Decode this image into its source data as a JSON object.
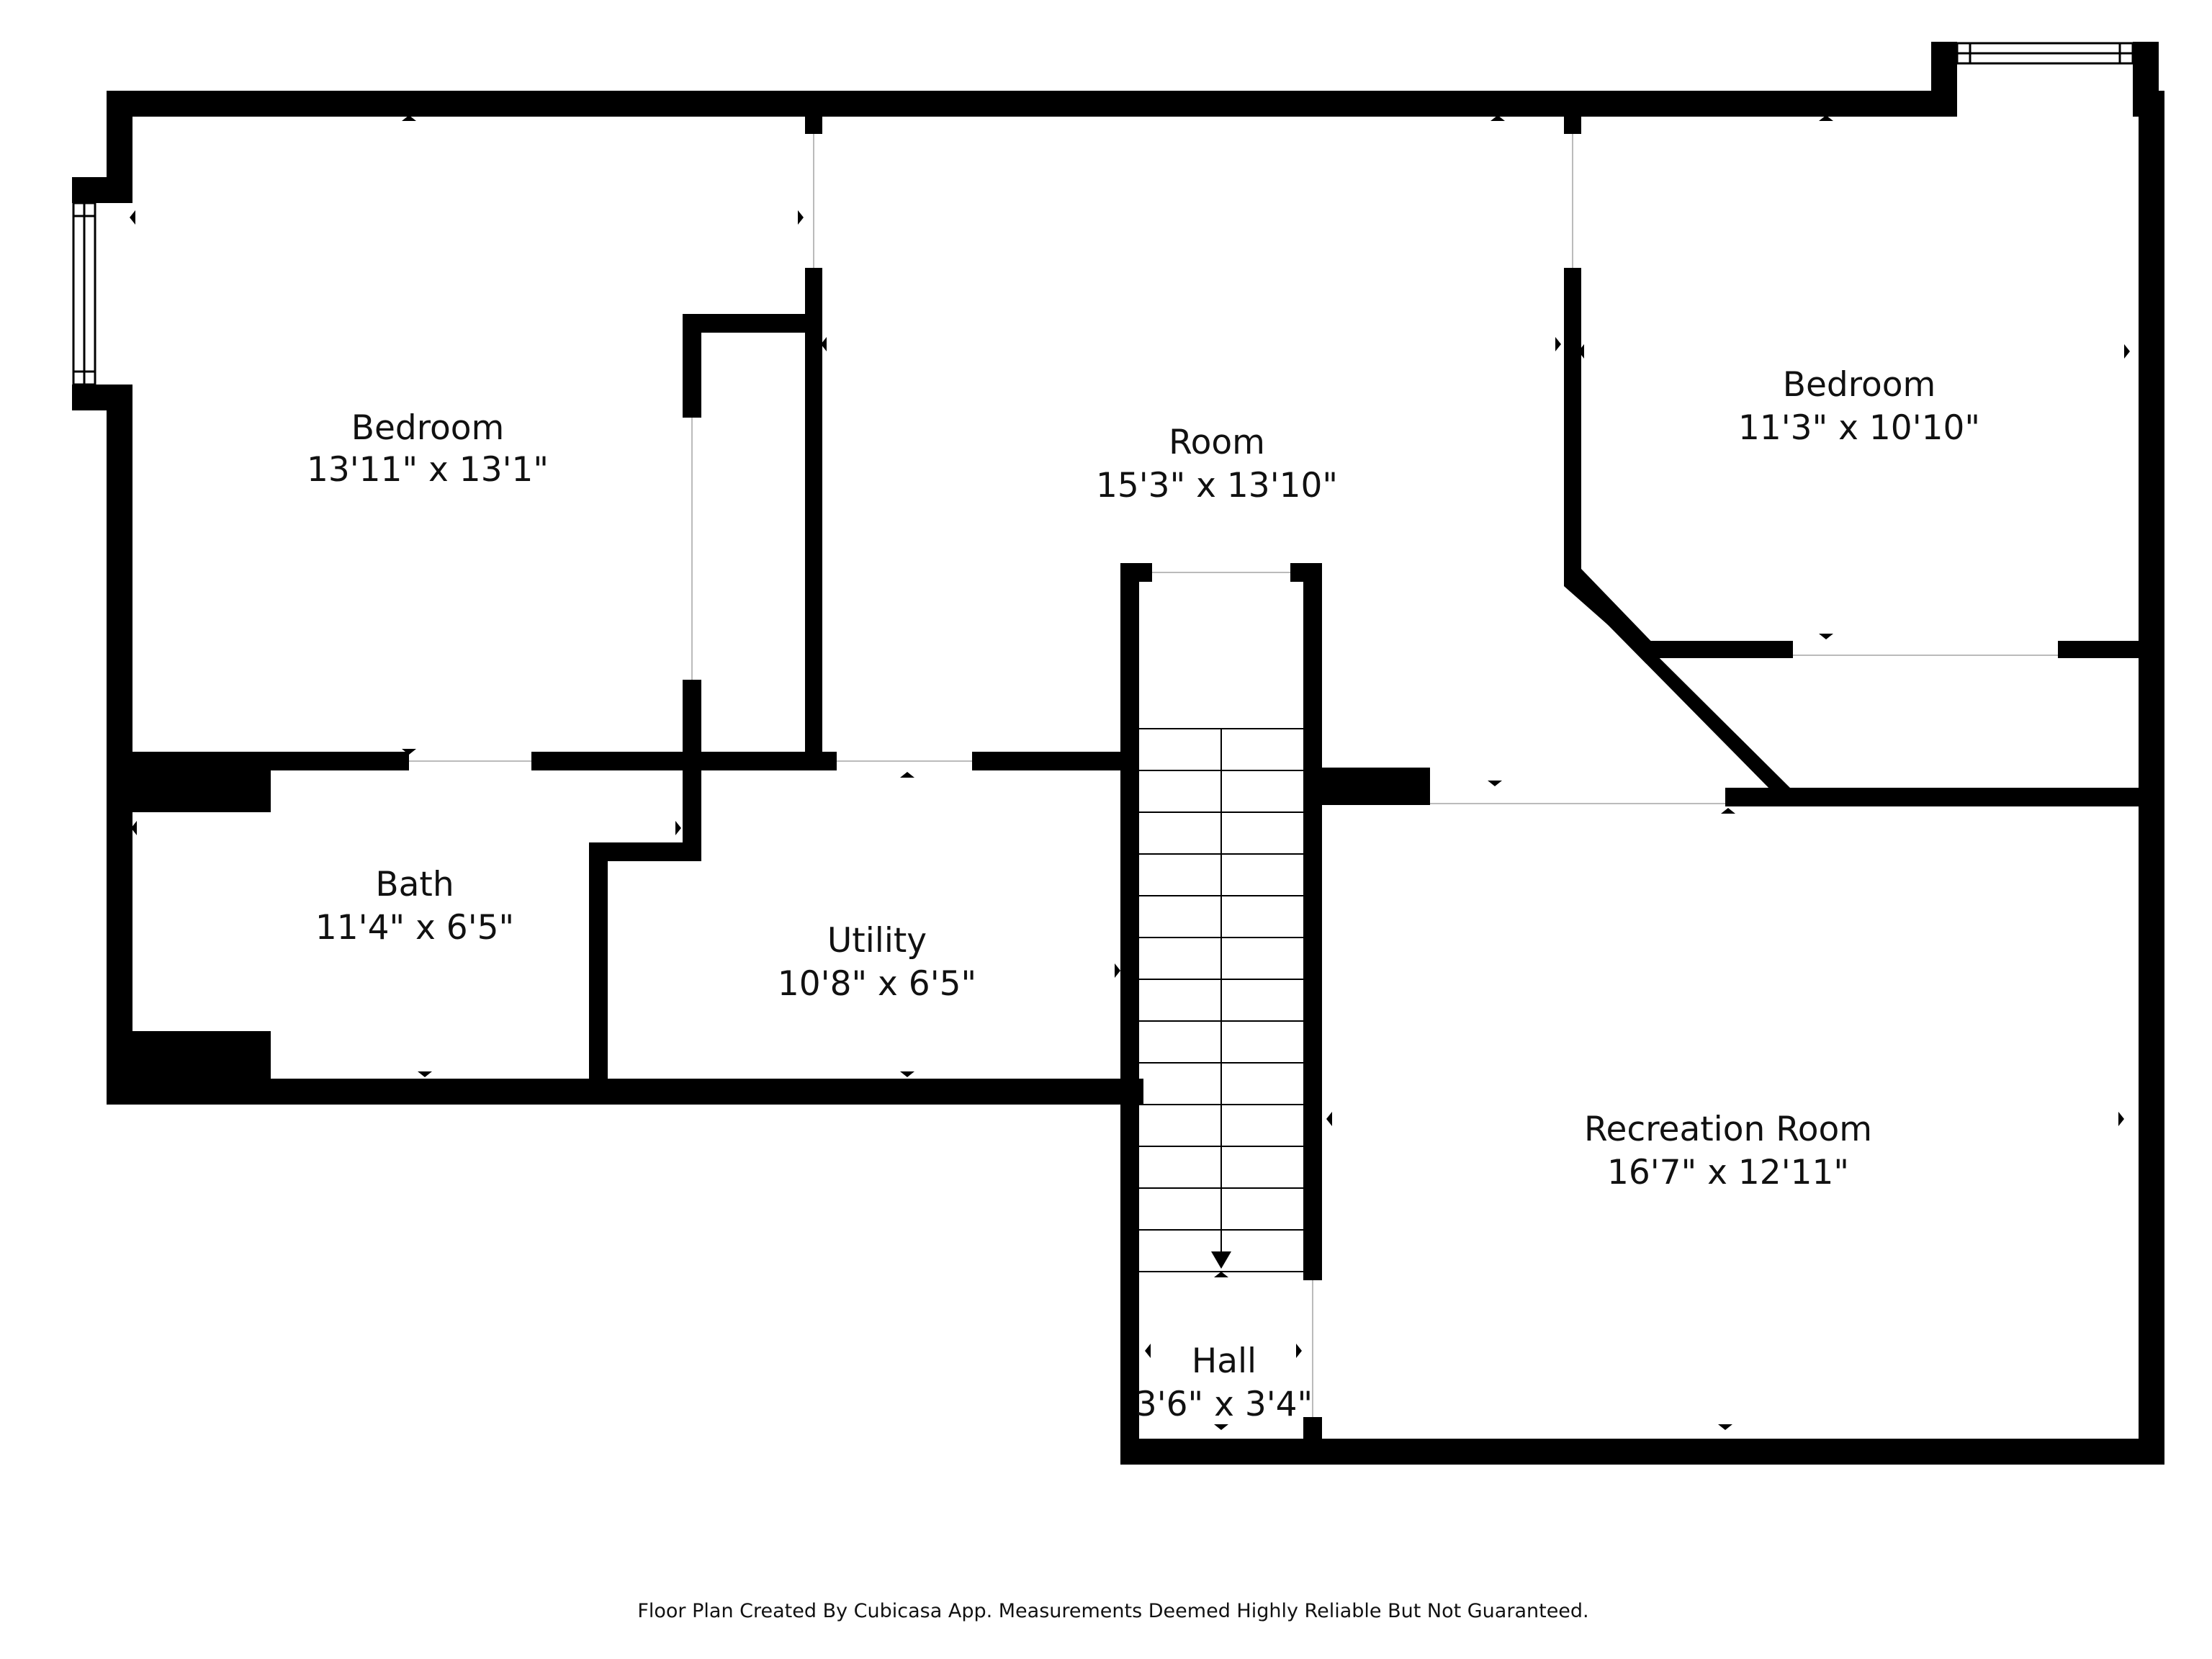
{
  "rooms": [
    {
      "name": "Bedroom",
      "dimensions": "13'11\" x 13'1\""
    },
    {
      "name": "Room",
      "dimensions": "15'3\" x 13'10\""
    },
    {
      "name": "Bedroom",
      "dimensions": "11'3\" x 10'10\""
    },
    {
      "name": "Bath",
      "dimensions": "11'4\" x 6'5\""
    },
    {
      "name": "Utility",
      "dimensions": "10'8\" x 6'5\""
    },
    {
      "name": "Recreation Room",
      "dimensions": "16'7\" x 12'11\""
    },
    {
      "name": "Hall",
      "dimensions": "3'6\" x 3'4\""
    }
  ],
  "footer": "Floor Plan Created By Cubicasa App. Measurements Deemed Highly Reliable But Not Guaranteed.",
  "colors": {
    "wall": "#000000",
    "background": "#ffffff",
    "opening": "#ffffff"
  }
}
